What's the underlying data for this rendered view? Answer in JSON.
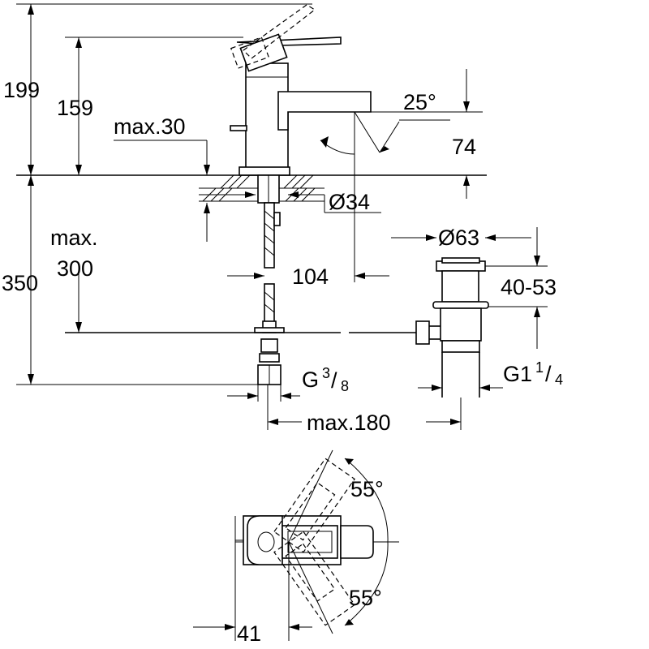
{
  "drawing": {
    "dims": {
      "h199": "199",
      "h159": "159",
      "max30": "max.30",
      "angle25": "25°",
      "h74": "74",
      "d34": "Ø34",
      "d63": "Ø63",
      "max_label": "max.",
      "h300": "300",
      "h350": "350",
      "d104": "104",
      "h40_53": "40-53",
      "g38_base": "G",
      "g38_num": "3",
      "g38_den": "8",
      "g114_base": "G1",
      "g114_num": "1",
      "g114_den": "4",
      "max180": "max.180",
      "angle55_top": "55°",
      "angle55_bottom": "55°",
      "w41": "41"
    }
  }
}
